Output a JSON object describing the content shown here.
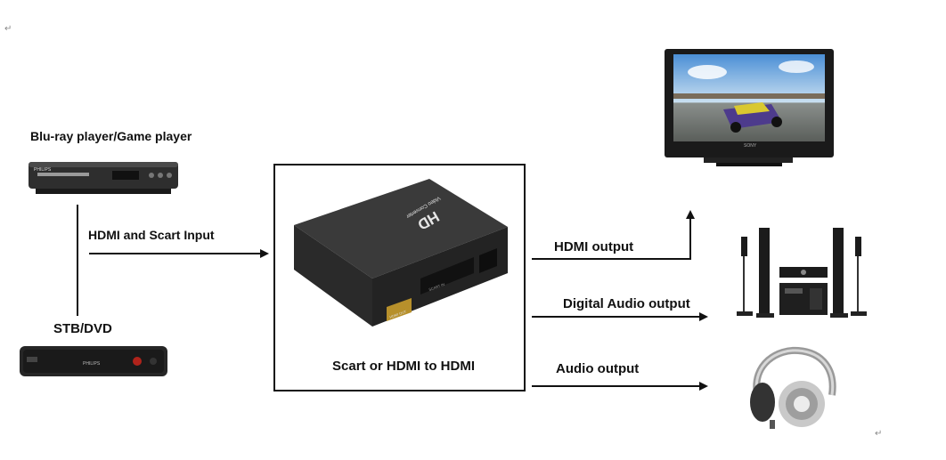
{
  "labels": {
    "bluray": "Blu-ray player/Game player",
    "stb": "STB/DVD",
    "input": "HDMI and Scart Input",
    "converter": "Scart or HDMI to HDMI",
    "hdmi_out": "HDMI output",
    "digital_audio_out": "Digital Audio output",
    "audio_out": "Audio output"
  },
  "device_text": {
    "converter_brand": "HD",
    "converter_subtitle": "Video Converter",
    "hdmi_port": "HDMI OUT",
    "scart_port": "SCART IN",
    "bluray_brand": "PHILIPS",
    "stb_brand": "PHILIPS",
    "tv_brand": "SONY"
  },
  "marks": {
    "return_symbol": "↵"
  },
  "colors": {
    "line": "#111111",
    "device_dark": "#2b2b2b",
    "device_panel": "#1c1c1c"
  }
}
